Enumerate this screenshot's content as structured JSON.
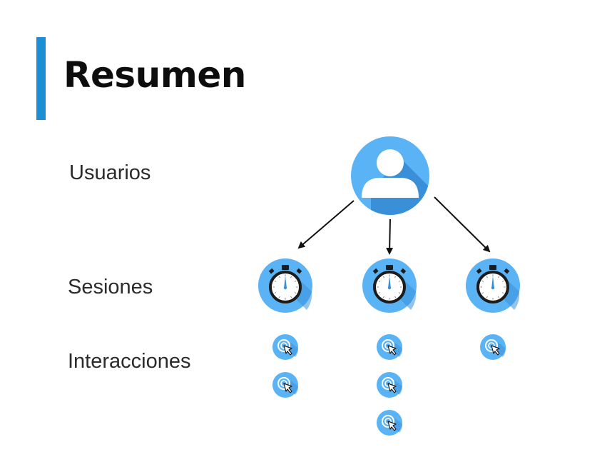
{
  "title": "Resumen",
  "labels": {
    "usuarios": "Usuarios",
    "sesiones": "Sesiones",
    "interacciones": "Interacciones"
  },
  "colors": {
    "accent": "#1a8fd6",
    "icon_circle": "#5ab3f5",
    "icon_shadow": "#3a8fd9",
    "stopwatch_hand": "#3a8fd9"
  },
  "icons": {
    "user": "user-icon",
    "session": "stopwatch-icon",
    "interaction": "click-icon"
  },
  "sessions": [
    {
      "interactions": 2
    },
    {
      "interactions": 3
    },
    {
      "interactions": 1
    }
  ]
}
